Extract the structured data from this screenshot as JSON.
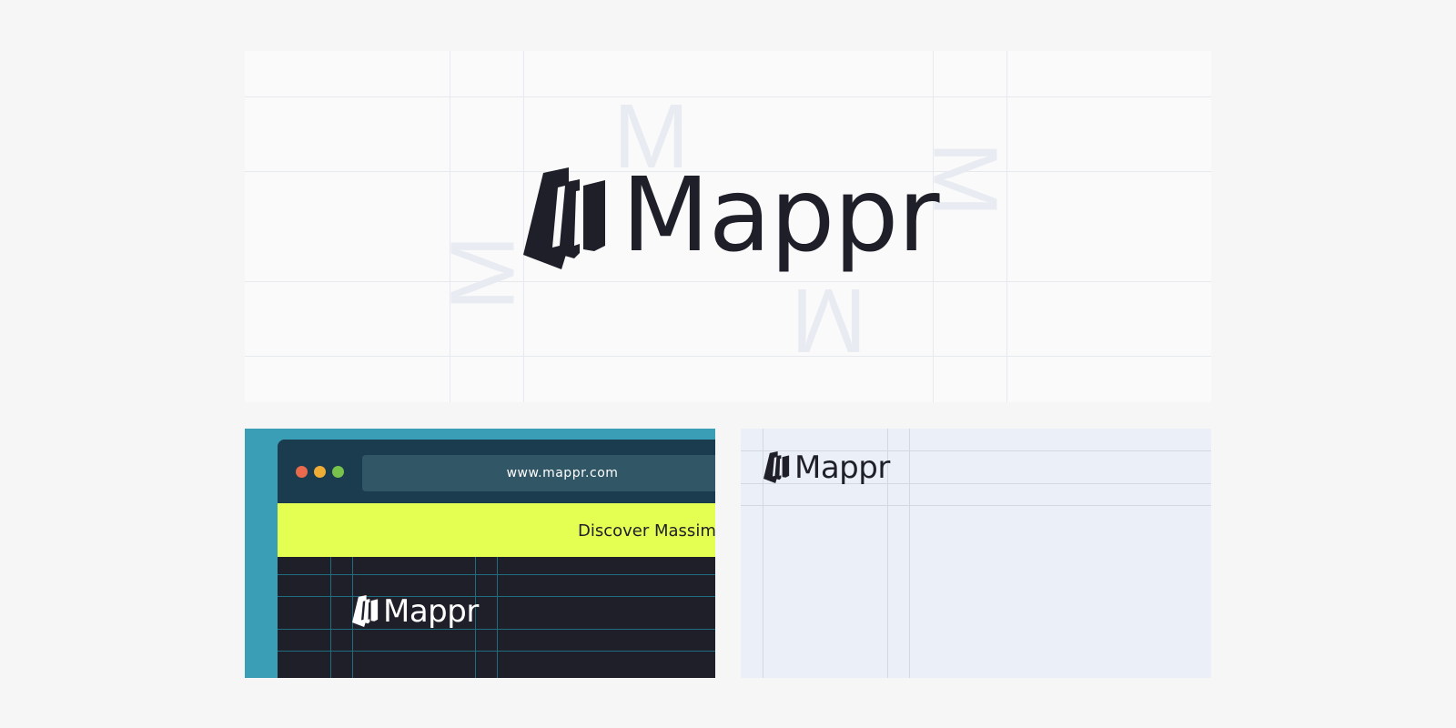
{
  "brand": {
    "name": "Mappr",
    "colors": {
      "ink": "#1e1f29",
      "teal": "#3a9fb6",
      "lime": "#e5fe52",
      "browser_bar": "#1b3c4f",
      "url_bar": "#315666",
      "light_panel": "#ebeff7"
    }
  },
  "main_panel": {
    "clearspace_mark": "M",
    "logo_icon": "mappr-logo-icon"
  },
  "browser": {
    "window_controls": [
      "close-dot",
      "minimize-dot",
      "maximize-dot"
    ],
    "window_control_colors": [
      "#ea6a4e",
      "#efad35",
      "#78c34b"
    ],
    "url": "www.mappr.com",
    "banner_text": "Discover Massim"
  },
  "light_panel": {
    "logo_icon": "mappr-logo-icon"
  }
}
